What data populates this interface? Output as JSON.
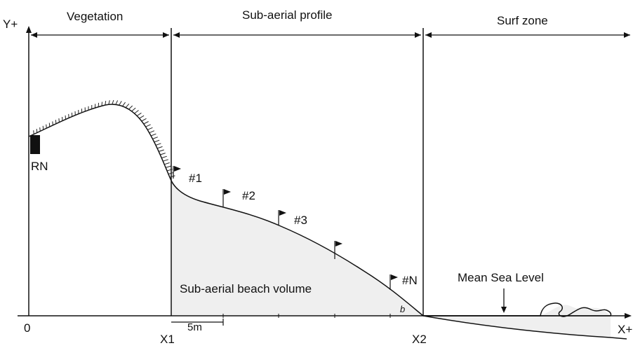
{
  "zones": {
    "vegetation": "Vegetation",
    "subaerial": "Sub-aerial profile",
    "surf": "Surf zone"
  },
  "axes": {
    "y_label": "Y+",
    "x_label": "X+",
    "origin": "0",
    "x1": "X1",
    "x2": "X2",
    "scale": "5m"
  },
  "markers": {
    "rn": "RN",
    "flag1": "#1",
    "flag2": "#2",
    "flag3": "#3",
    "flagN": "#N"
  },
  "annotations": {
    "volume": "Sub-aerial beach volume",
    "msl": "Mean Sea Level",
    "angle": "b"
  },
  "colors": {
    "line": "#111111",
    "volume_fill": "#efefef",
    "vegetation": "#222222"
  }
}
